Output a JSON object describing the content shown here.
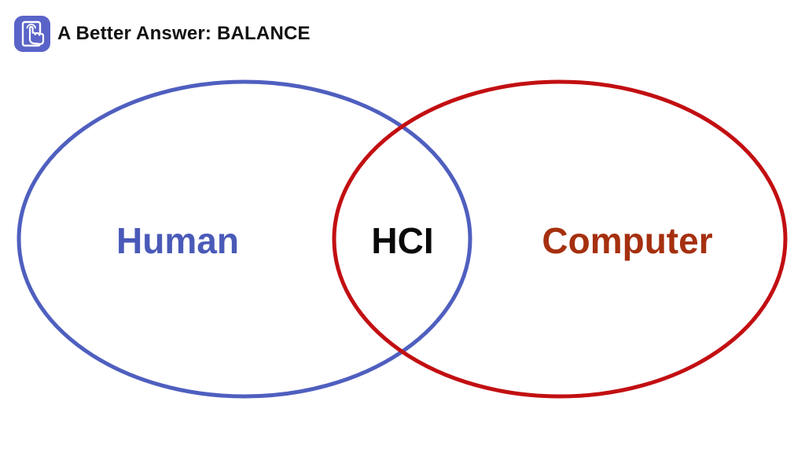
{
  "header": {
    "title": "A Better Answer: BALANCE",
    "logo_icon": "touch-screen-hand-icon",
    "logo_color": "#5a63c8"
  },
  "venn": {
    "left": {
      "label": "Human",
      "stroke": "#4f5fbf",
      "text_color": "#4a5ab8"
    },
    "right": {
      "label": "Computer",
      "stroke": "#c20f12",
      "text_color": "#a5300f"
    },
    "overlap": {
      "label": "HCI",
      "text_color": "#0a0a0a"
    }
  }
}
